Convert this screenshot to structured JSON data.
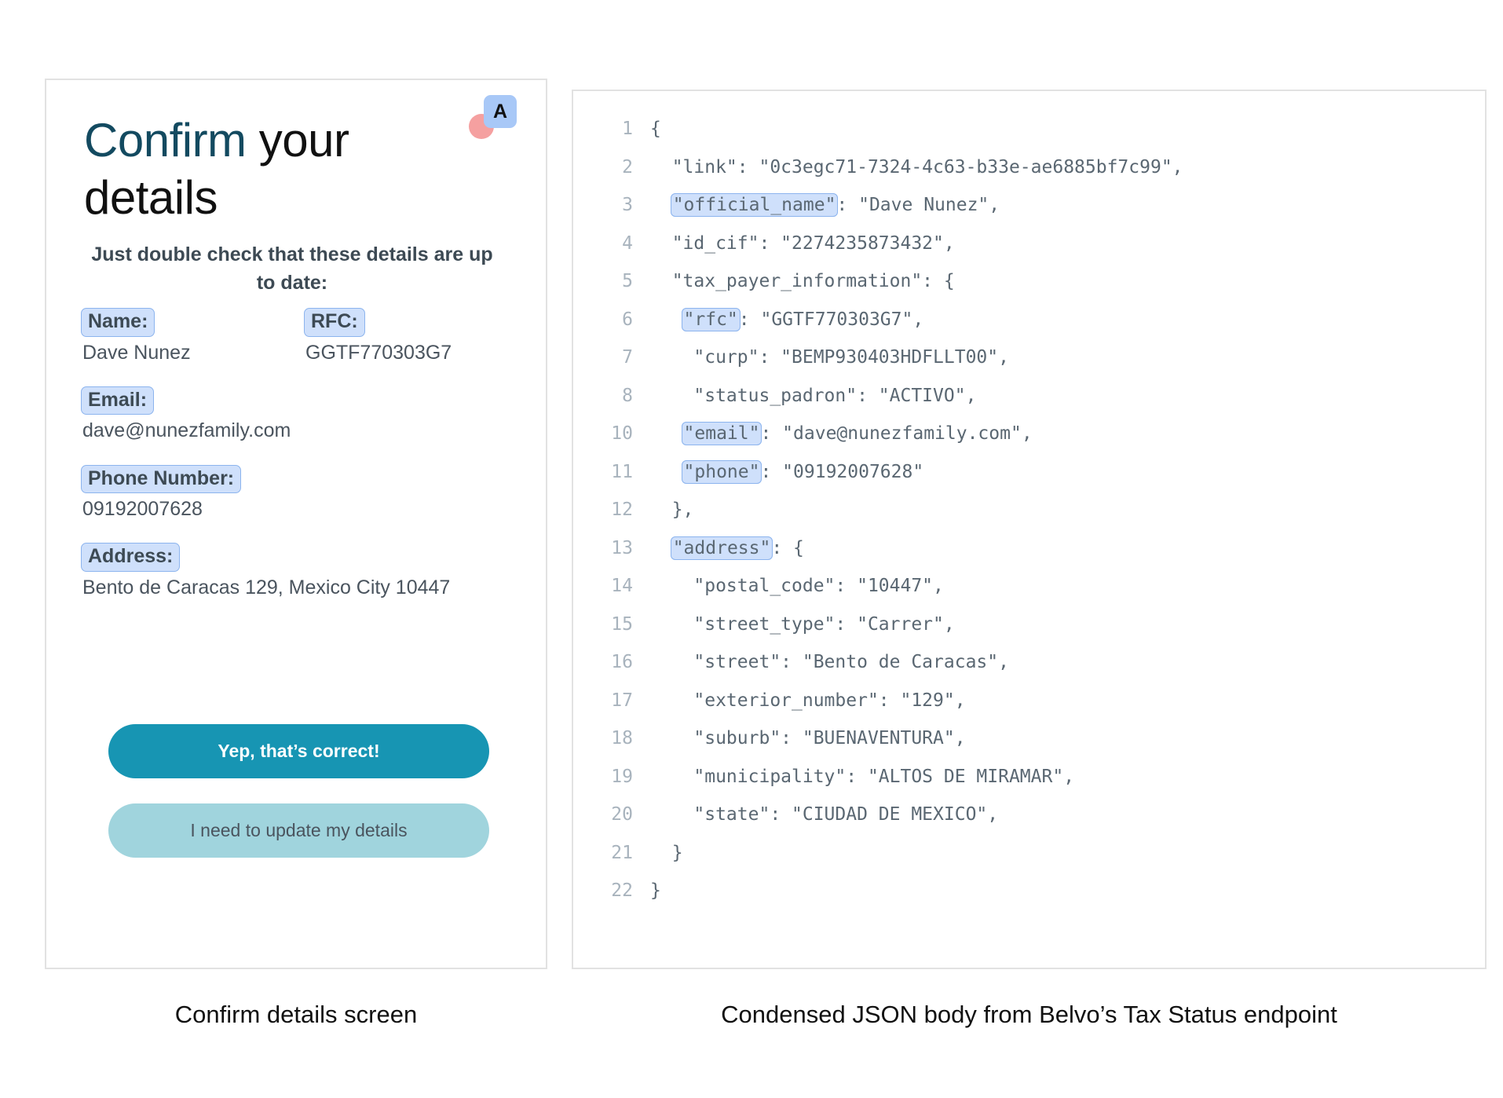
{
  "left_panel": {
    "badge": {
      "letter": "A",
      "square_color": "#a8c8f7",
      "circle_color": "#f5a0a0"
    },
    "title_part1": "Confirm ",
    "title_part2": "your details",
    "subtitle": "Just double check that these details are up to date:",
    "fields": [
      {
        "label": "Name:",
        "value": "Dave Nunez"
      },
      {
        "label": "RFC:",
        "value": "GGTF770303G7"
      },
      {
        "label": "Email:",
        "value": "dave@nunezfamily.com"
      },
      {
        "label": "Phone Number:",
        "value": "09192007628"
      },
      {
        "label": "Address:",
        "value": "Bento de Caracas 129, Mexico City 10447"
      }
    ],
    "primary_button": "Yep, that’s correct!",
    "secondary_button": "I need to update my details",
    "primary_button_color": "#1795b3",
    "secondary_button_color": "#a0d4dd"
  },
  "right_panel": {
    "highlight_color": "#cfe0fb",
    "highlight_border_color": "#8cb4ee",
    "lines": [
      {
        "n": "1",
        "pre": "{",
        "hl": "",
        "post": ""
      },
      {
        "n": "2",
        "pre": "  \"link\": \"0c3egc71-7324-4c63-b33e-ae6885bf7c99\",",
        "hl": "",
        "post": ""
      },
      {
        "n": "3",
        "pre": "  ",
        "hl": "\"official_name\"",
        "post": ": \"Dave Nunez\","
      },
      {
        "n": "4",
        "pre": "  \"id_cif\": \"2274235873432\",",
        "hl": "",
        "post": ""
      },
      {
        "n": "5",
        "pre": "  \"tax_payer_information\": {",
        "hl": "",
        "post": ""
      },
      {
        "n": "6",
        "pre": "   ",
        "hl": "\"rfc\"",
        "post": ": \"GGTF770303G7\","
      },
      {
        "n": "7",
        "pre": "    \"curp\": \"BEMP930403HDFLLT00\",",
        "hl": "",
        "post": ""
      },
      {
        "n": "8",
        "pre": "    \"status_padron\": \"ACTIVO\",",
        "hl": "",
        "post": ""
      },
      {
        "n": "10",
        "pre": "   ",
        "hl": "\"email\"",
        "post": ": \"dave@nunezfamily.com\","
      },
      {
        "n": "11",
        "pre": "   ",
        "hl": "\"phone\"",
        "post": ": \"09192007628\""
      },
      {
        "n": "12",
        "pre": "  },",
        "hl": "",
        "post": ""
      },
      {
        "n": "13",
        "pre": "  ",
        "hl": "\"address\"",
        "post": ": {"
      },
      {
        "n": "14",
        "pre": "    \"postal_code\": \"10447\",",
        "hl": "",
        "post": ""
      },
      {
        "n": "15",
        "pre": "    \"street_type\": \"Carrer\",",
        "hl": "",
        "post": ""
      },
      {
        "n": "16",
        "pre": "    \"street\": \"Bento de Caracas\",",
        "hl": "",
        "post": ""
      },
      {
        "n": "17",
        "pre": "    \"exterior_number\": \"129\",",
        "hl": "",
        "post": ""
      },
      {
        "n": "18",
        "pre": "    \"suburb\": \"BUENAVENTURA\",",
        "hl": "",
        "post": ""
      },
      {
        "n": "19",
        "pre": "    \"municipality\": \"ALTOS DE MIRAMAR\",",
        "hl": "",
        "post": ""
      },
      {
        "n": "20",
        "pre": "    \"state\": \"CIUDAD DE MEXICO\",",
        "hl": "",
        "post": ""
      },
      {
        "n": "21",
        "pre": "  }",
        "hl": "",
        "post": ""
      },
      {
        "n": "22",
        "pre": "}",
        "hl": "",
        "post": ""
      }
    ]
  },
  "captions": {
    "left": "Confirm details screen",
    "right": "Condensed JSON body from Belvo’s Tax Status endpoint"
  }
}
